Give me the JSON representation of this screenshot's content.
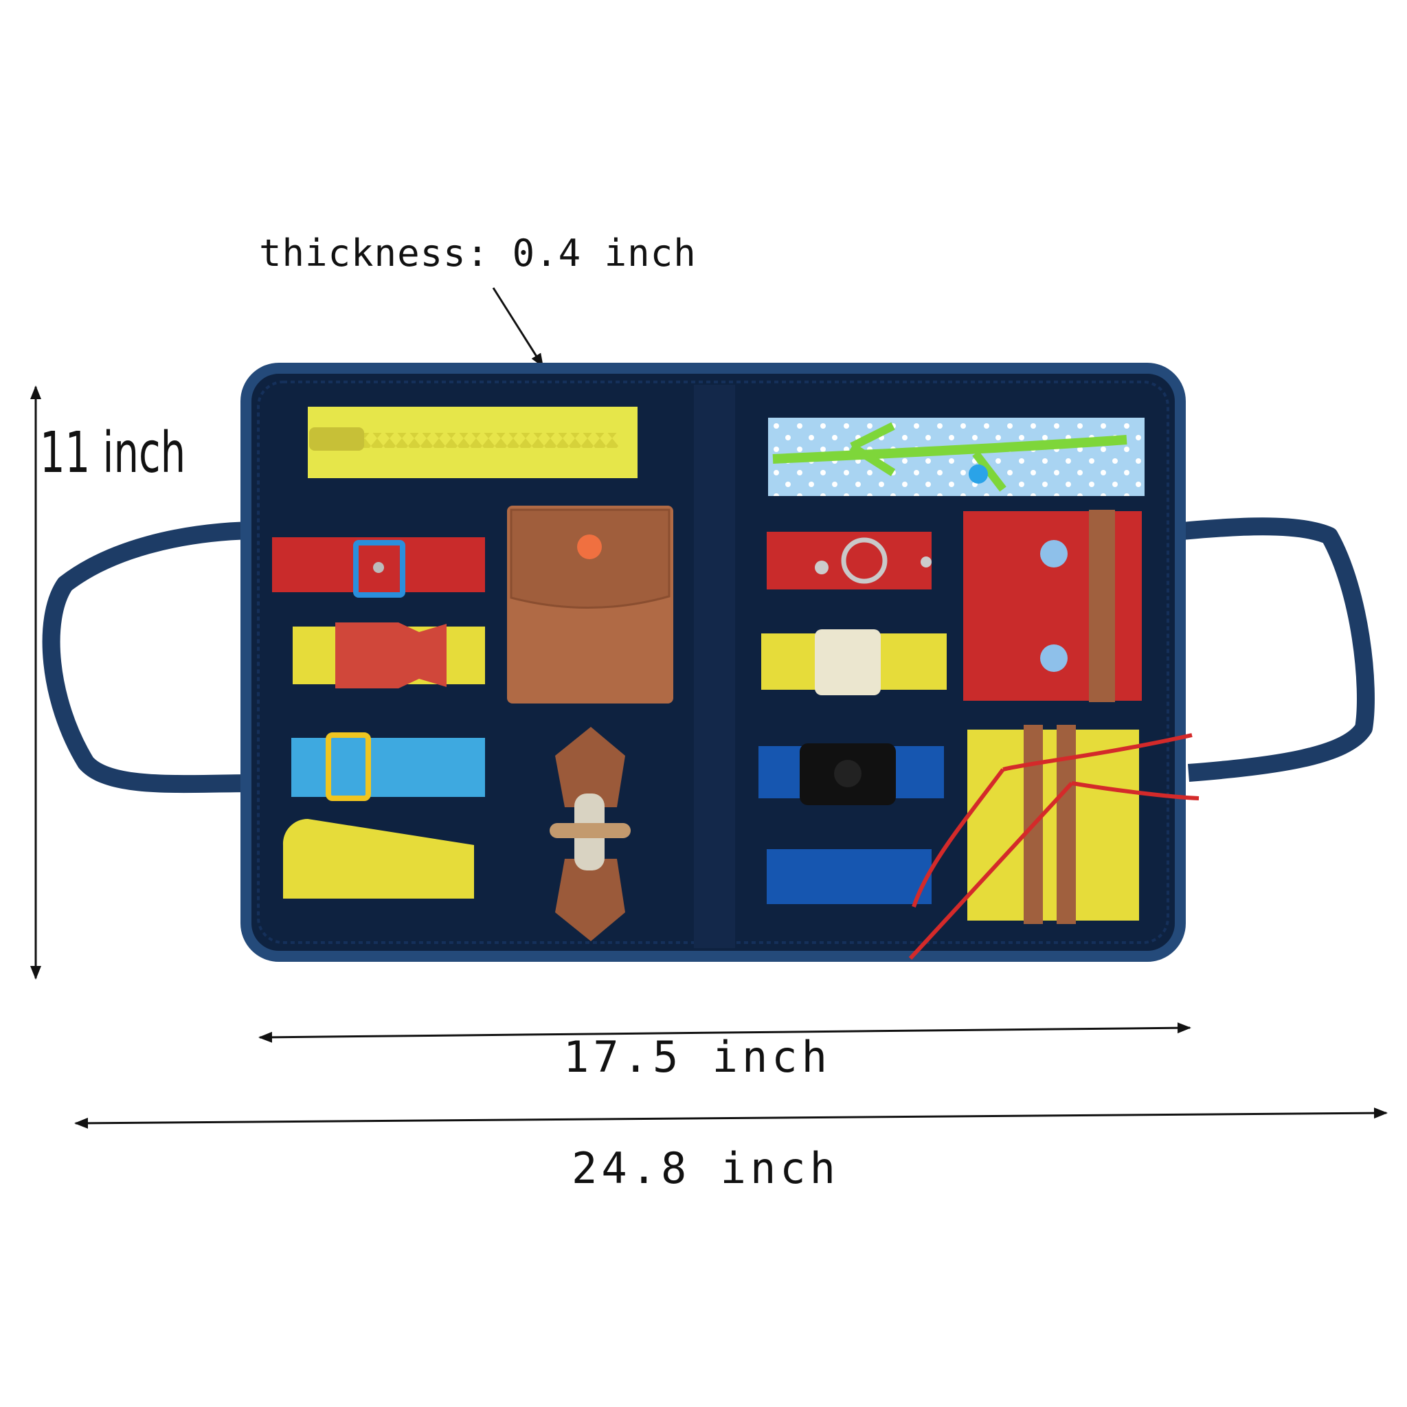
{
  "labels": {
    "thickness": "thickness: 0.4 inch",
    "height": "11 inch",
    "board_width": "17.5 inch",
    "total_width": "24.8 inch"
  },
  "colors": {
    "board": "#0e2240",
    "trim": "#1d3c66",
    "yellow": "#e6dc3a",
    "red": "#c92b2b",
    "light_blue": "#3ea9e0",
    "brown": "#b06a45",
    "dark_blue": "#1656b0",
    "lace_green": "#7ed63a",
    "arrow": "#111111"
  }
}
